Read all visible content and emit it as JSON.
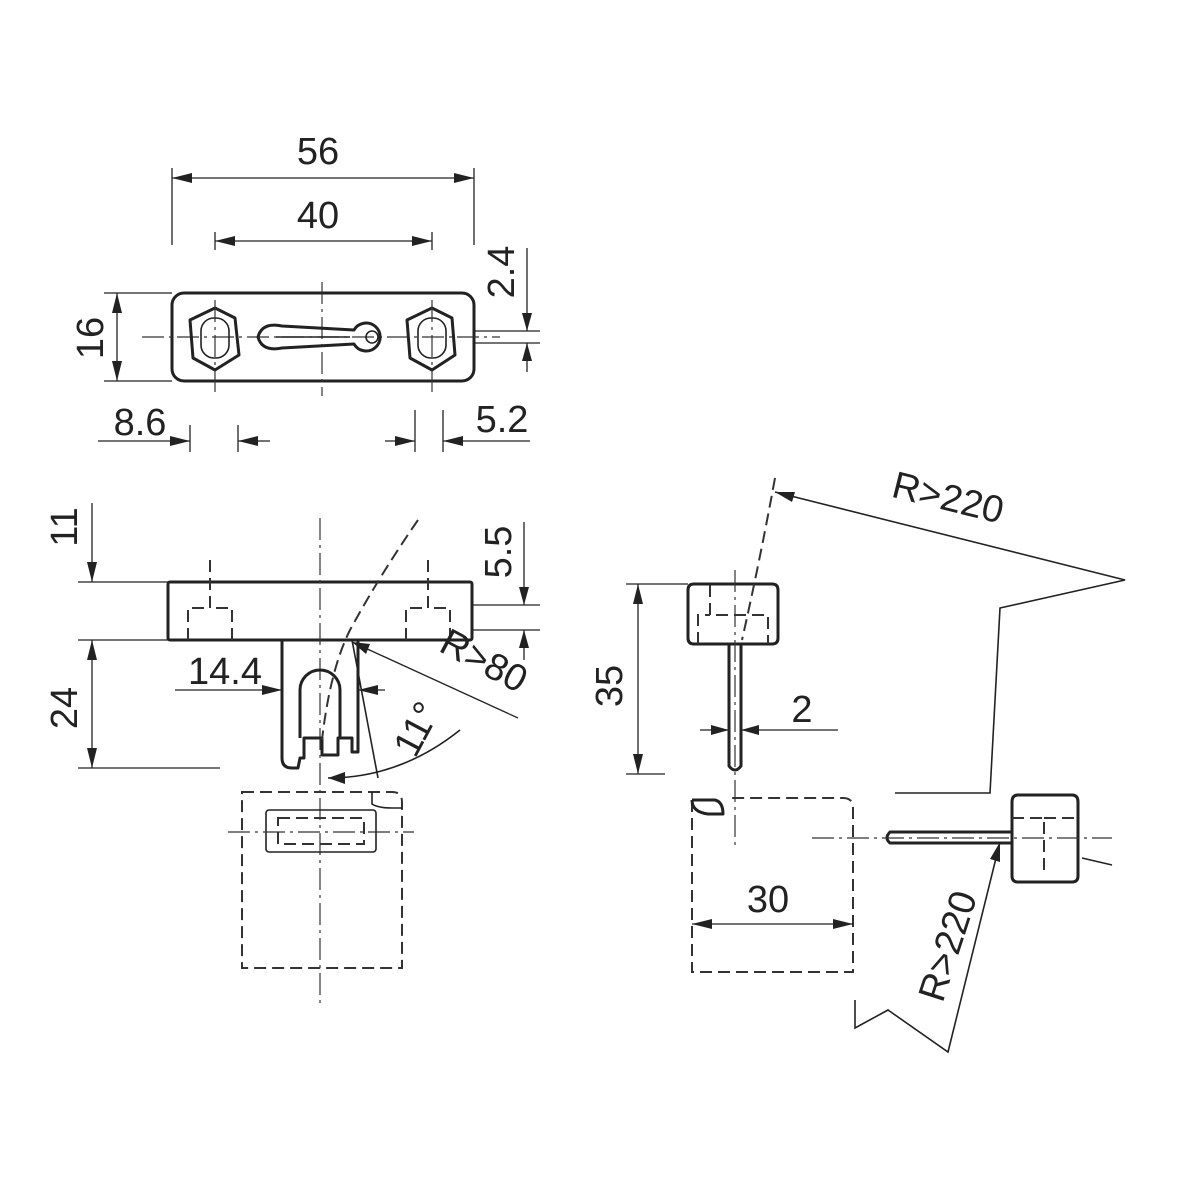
{
  "dimensions": {
    "overall_length": "56",
    "hole_spacing": "40",
    "height": "16",
    "offset_top": "2.4",
    "left_edge": "8.6",
    "right_edge": "5.2",
    "top_clearance": "11",
    "bracket_offset": "5.5",
    "slot_width": "14.4",
    "bracket_height": "24",
    "radius_front": "R>80",
    "angle": "11°",
    "side_height": "35",
    "pin_width": "2",
    "side_radius_top": "R>220",
    "base_width": "30",
    "side_radius_bottom": "R>220"
  },
  "colors": {
    "line": "#222222",
    "background": "#ffffff"
  }
}
